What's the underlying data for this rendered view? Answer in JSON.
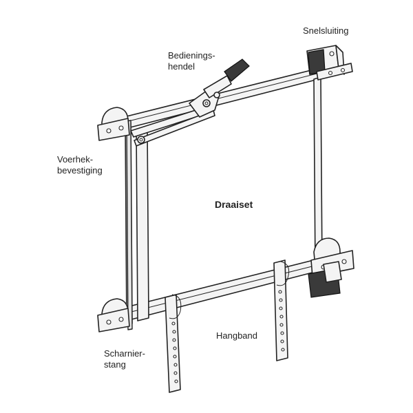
{
  "labels": {
    "snelsluiting": "Snelsluiting",
    "bedieningshendel_line1": "Bedienings-",
    "bedieningshendel_line2": "hendel",
    "voerhek_line1": "Voerhek-",
    "voerhek_line2": "bevestiging",
    "draaiset": "Draaiset",
    "hangband": "Hangband",
    "scharnier_line1": "Scharnier-",
    "scharnier_line2": "stang"
  },
  "colors": {
    "line": "#222222",
    "metal_fill": "#f4f4f4",
    "handle_grip": "#3a3a3a",
    "background": "#ffffff"
  }
}
